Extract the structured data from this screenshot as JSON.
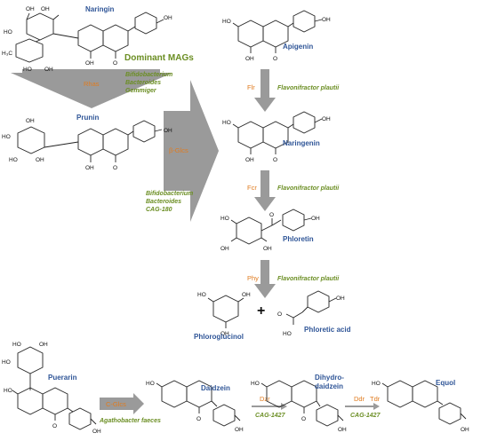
{
  "compounds": {
    "naringin": "Naringin",
    "prunin": "Prunin",
    "apigenin": "Apigenin",
    "naringenin": "Naringenin",
    "phloretin": "Phloretin",
    "phloroglucinol": "Phloroglucinol",
    "phloretic_acid": "Phloretic acid",
    "puerarin": "Puerarin",
    "daidzein": "Daidzein",
    "dihydrodaidzein_1": "Dihydro-",
    "dihydrodaidzein_2": "daidzein",
    "equol": "Equol"
  },
  "enzymes": {
    "rhamnosidase": "Rhas",
    "glucosidase": "β-Glcs",
    "flr": "Flr",
    "fcr": "Fcr",
    "phy": "Phy",
    "c_glycosidase": "C-Glcs",
    "dzr": "Dzr",
    "ddr": "Ddr",
    "tdr": "Tdr"
  },
  "microbes": {
    "dominant_mags": "Dominant MAGs",
    "group1": [
      "Bifidobacterium",
      "Bacteroides",
      "Gemmiger"
    ],
    "group2": [
      "Bifidobacterium",
      "Bacteroides",
      "CAG-180"
    ],
    "flavonifractor": "Flavonifractor plautii",
    "agathobacter": "Agathobacter faeces",
    "cag1427": "CAG-1427"
  },
  "atoms": {
    "oh": "OH",
    "ho": "HO",
    "o": "O",
    "h3c": "H₃C"
  },
  "symbols": {
    "plus": "+"
  },
  "colors": {
    "compound_label": "#2f5597",
    "enzyme_label": "#e07b1f",
    "microbe_label": "#6b8e23",
    "arrow": "#9a9a9a"
  }
}
